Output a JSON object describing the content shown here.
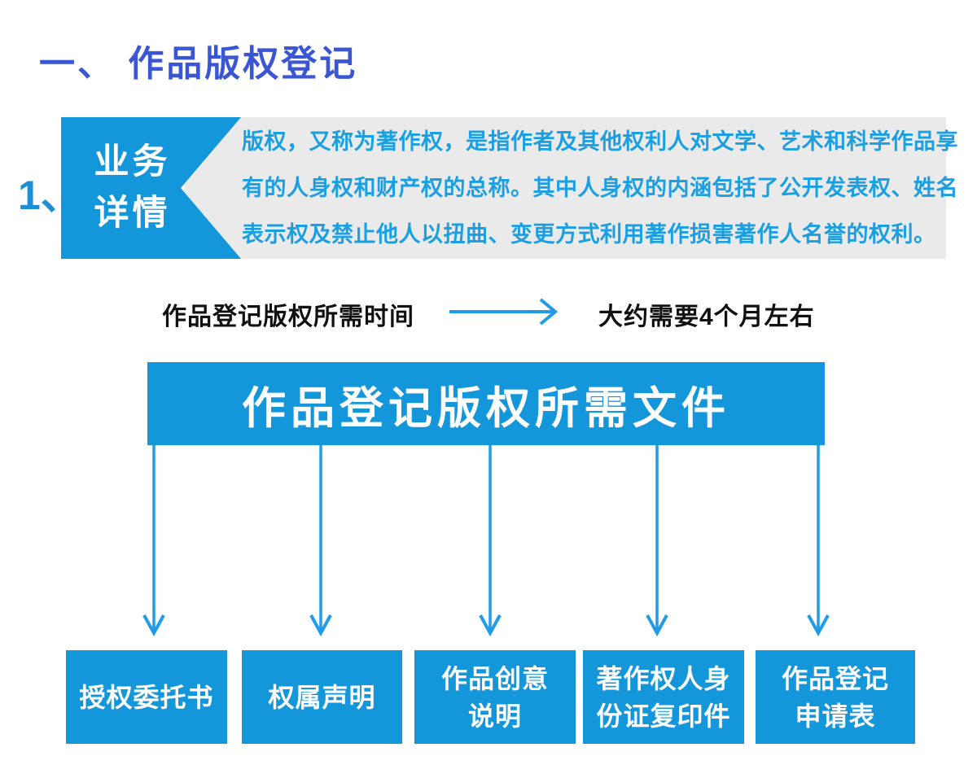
{
  "page": {
    "title": "一、 作品版权登记",
    "item_number": "1、"
  },
  "business_detail": {
    "badge_lines": [
      "业务",
      "详情"
    ],
    "description_lines": [
      "版权，又称为著作权，是指作者及其他权利人对文学、艺术和科学作品享",
      "有的人身权和财产权的总称。其中人身权的内涵包括了公开发表权、姓名",
      "表示权及禁止他人以扭曲、变更方式利用著作损害著作人名誉的权利。"
    ]
  },
  "time_row": {
    "label": "作品登记版权所需时间",
    "value": "大约需要4个月左右",
    "arrow_icon": "arrow-right"
  },
  "documents": {
    "banner": "作品登记版权所需文件",
    "arrow_icon": "arrow-down",
    "items": [
      {
        "lines": [
          "授权委托书",
          ""
        ]
      },
      {
        "lines": [
          "权属声明",
          ""
        ]
      },
      {
        "lines": [
          "作品创意",
          "说明"
        ]
      },
      {
        "lines": [
          "著作权人身",
          "份证复印件"
        ]
      },
      {
        "lines": [
          "作品登记",
          "申请表"
        ]
      }
    ]
  },
  "colors": {
    "primary": "#1496DB",
    "arrow": "#209BE8",
    "title": "#3A56D4",
    "body": "#1B9FE3",
    "itemnum": "#1E8FD6",
    "gray": "#EAEAEA",
    "dark": "#111111",
    "white": "#FFFFFF"
  }
}
